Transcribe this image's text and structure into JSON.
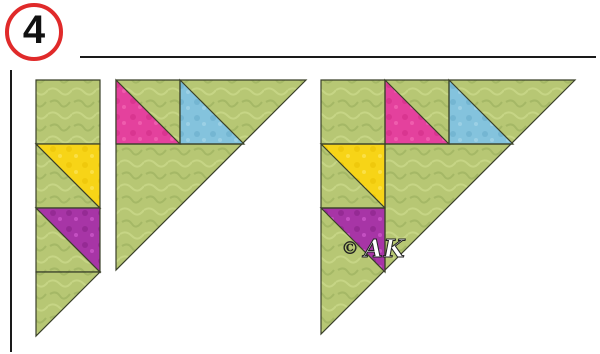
{
  "step": {
    "number": "4"
  },
  "fabrics": {
    "background_green": "#b7c774",
    "background_green_dark": "#9fb25e",
    "pink": "#e4419d",
    "blue": "#84c3dd",
    "yellow": "#f7d417",
    "purple": "#a735a6",
    "seam": "#3a4029"
  },
  "assemblies": [
    "left-strip-column",
    "middle-triangle-unit",
    "right-combined-unit"
  ],
  "watermark": {
    "copyright_symbol": "©",
    "initials": "AK"
  }
}
